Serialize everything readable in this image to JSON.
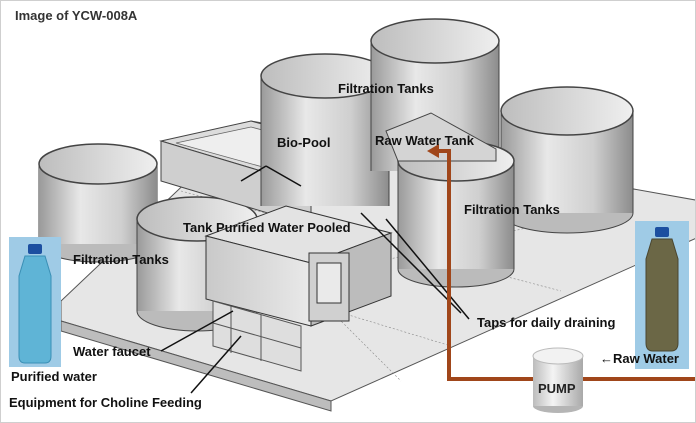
{
  "title": "Image of YCW-008A",
  "labels": {
    "filtration_top": "Filtration Tanks",
    "bio_pool": "Bio-Pool",
    "raw_water_tank": "Raw Water Tank",
    "filtration_right": "Filtration Tanks",
    "tank_purified": "Tank Purified Water Pooled",
    "filtration_left": "Filtration Tanks",
    "taps": "Taps for daily draining",
    "water_faucet": "Water faucet",
    "purified_water": "Purified water",
    "choline": "Equipment for Choline Feeding",
    "raw_water": "←Raw Water",
    "pump": "PUMP"
  },
  "colors": {
    "pipe": "#a0461a",
    "photo_bg": "#9fcbe6",
    "tank_fill": "#d9d9d9",
    "floor": "#e6e6e6"
  },
  "photos": {
    "purified": "purified-water-bottle",
    "raw": "raw-water-bottle"
  }
}
